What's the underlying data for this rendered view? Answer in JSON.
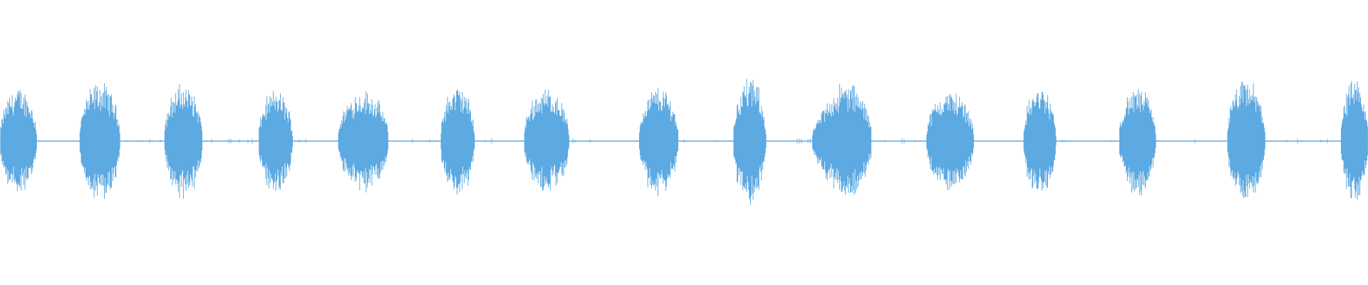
{
  "waveform": {
    "color": "#5DA9E1",
    "background": "#FFFFFF",
    "baseline_amplitude": 0.004,
    "bursts": [
      {
        "start": 0.0,
        "end": 0.027,
        "amplitude": 0.42,
        "shape": "dome"
      },
      {
        "start": 0.058,
        "end": 0.088,
        "amplitude": 0.46,
        "shape": "dome"
      },
      {
        "start": 0.12,
        "end": 0.148,
        "amplitude": 0.45,
        "shape": "dome"
      },
      {
        "start": 0.189,
        "end": 0.214,
        "amplitude": 0.4,
        "shape": "dome"
      },
      {
        "start": 0.247,
        "end": 0.284,
        "amplitude": 0.4,
        "shape": "dome"
      },
      {
        "start": 0.322,
        "end": 0.347,
        "amplitude": 0.44,
        "shape": "dome"
      },
      {
        "start": 0.383,
        "end": 0.416,
        "amplitude": 0.42,
        "shape": "dome"
      },
      {
        "start": 0.467,
        "end": 0.496,
        "amplitude": 0.43,
        "shape": "dome"
      },
      {
        "start": 0.536,
        "end": 0.56,
        "amplitude": 0.5,
        "shape": "dome"
      },
      {
        "start": 0.594,
        "end": 0.637,
        "amplitude": 0.47,
        "shape": "ramp-up"
      },
      {
        "start": 0.677,
        "end": 0.712,
        "amplitude": 0.4,
        "shape": "dome"
      },
      {
        "start": 0.748,
        "end": 0.772,
        "amplitude": 0.43,
        "shape": "dome"
      },
      {
        "start": 0.818,
        "end": 0.845,
        "amplitude": 0.42,
        "shape": "dome"
      },
      {
        "start": 0.897,
        "end": 0.925,
        "amplitude": 0.48,
        "shape": "dome"
      },
      {
        "start": 0.98,
        "end": 1.0,
        "amplitude": 0.47,
        "shape": "dome"
      }
    ]
  }
}
